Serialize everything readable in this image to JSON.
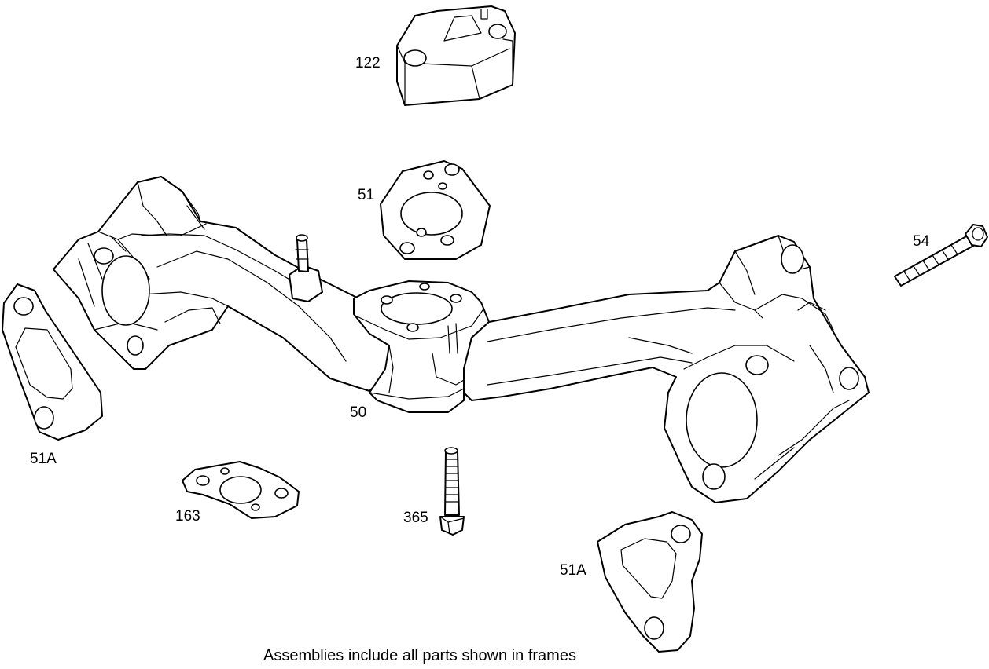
{
  "callouts": {
    "p122": "122",
    "p51": "51",
    "p54": "54",
    "p51a_left": "51A",
    "p50": "50",
    "p163": "163",
    "p365": "365",
    "p51a_bottom": "51A"
  },
  "footer": {
    "note": "Assemblies include all parts shown in frames"
  },
  "colors": {
    "line": "#000000",
    "background": "#ffffff"
  }
}
